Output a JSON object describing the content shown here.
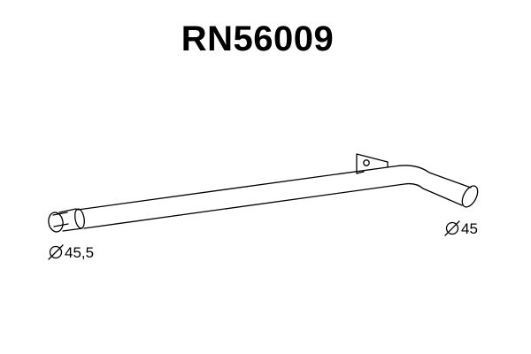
{
  "title": "RN56009",
  "dimensions": {
    "inlet_diameter": "45,5",
    "outlet_diameter": "45"
  },
  "colors": {
    "line": "#000000",
    "background": "#ffffff"
  },
  "icons": {
    "diameter_symbol": "diameter-icon"
  }
}
